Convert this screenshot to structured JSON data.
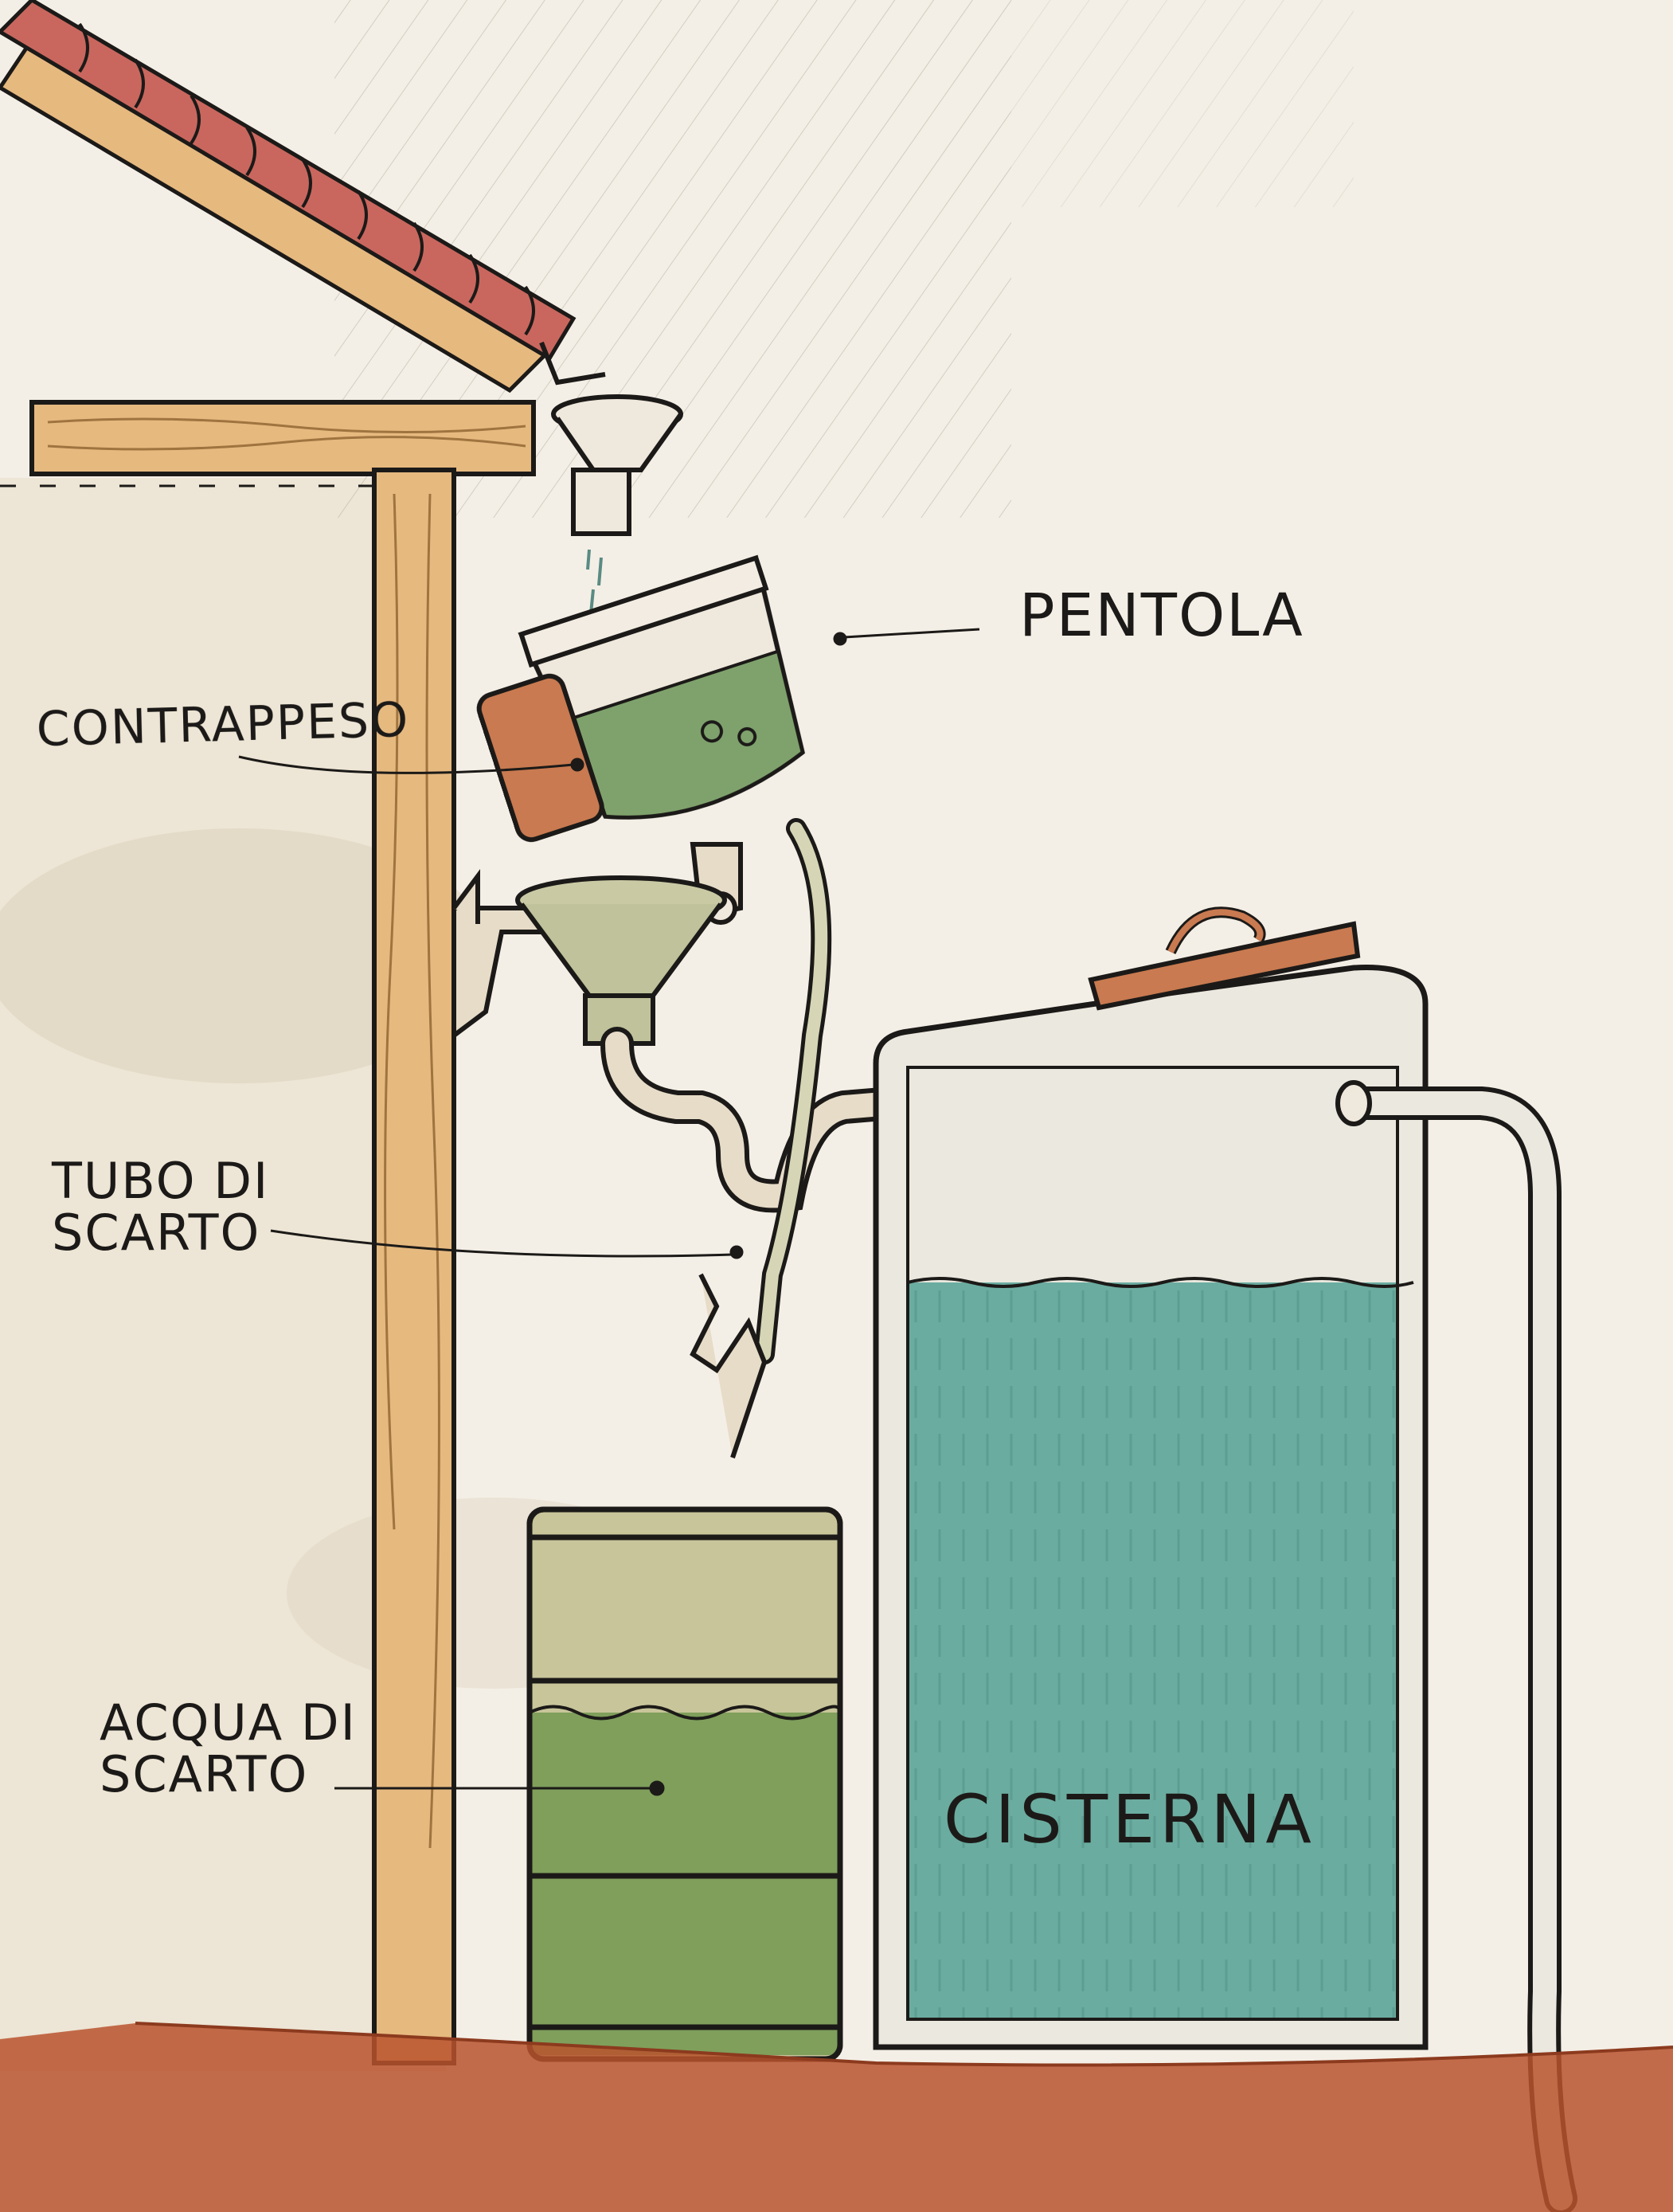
{
  "labels": {
    "pentola": "PENTOLA",
    "contrappeso": "CONTRAPPESO",
    "tubo_di_scarto": "TUBO DI\nSCARTO",
    "acqua_di_scarto": "ACQUA DI\nSCARTO",
    "cisterna": "CISTERNA"
  },
  "colors": {
    "paper": "#f4efe6",
    "roof_tiles": "#c9675e",
    "wood": "#e6b97f",
    "ground": "#b8532e",
    "cistern_water": "#5fa69a",
    "barrel": "#8f9a5a",
    "waste_water": "#6f9a55",
    "lid": "#c97a50",
    "ink": "#1c1a18"
  }
}
